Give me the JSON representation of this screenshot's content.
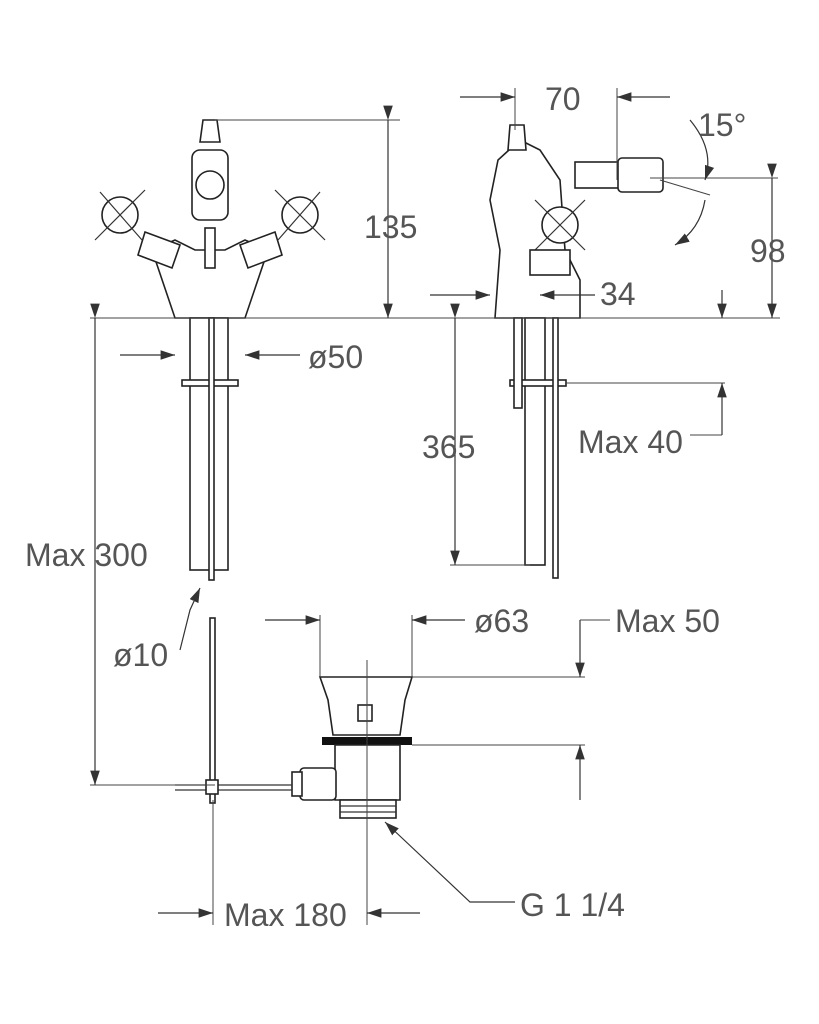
{
  "title": "Bidet mixer technical drawing",
  "dimensions": {
    "width_top": "70",
    "angle": "15°",
    "height_front": "135",
    "height_side": "98",
    "depth": "34",
    "base_diameter": "ø50",
    "shank_length": "365",
    "max_deck": "Max 40",
    "max_rod": "Max 300",
    "rod_diameter": "ø10",
    "waste_diameter": "ø63",
    "max_waste": "Max 50",
    "thread": "G 1 1/4",
    "max_offset": "Max 180"
  }
}
